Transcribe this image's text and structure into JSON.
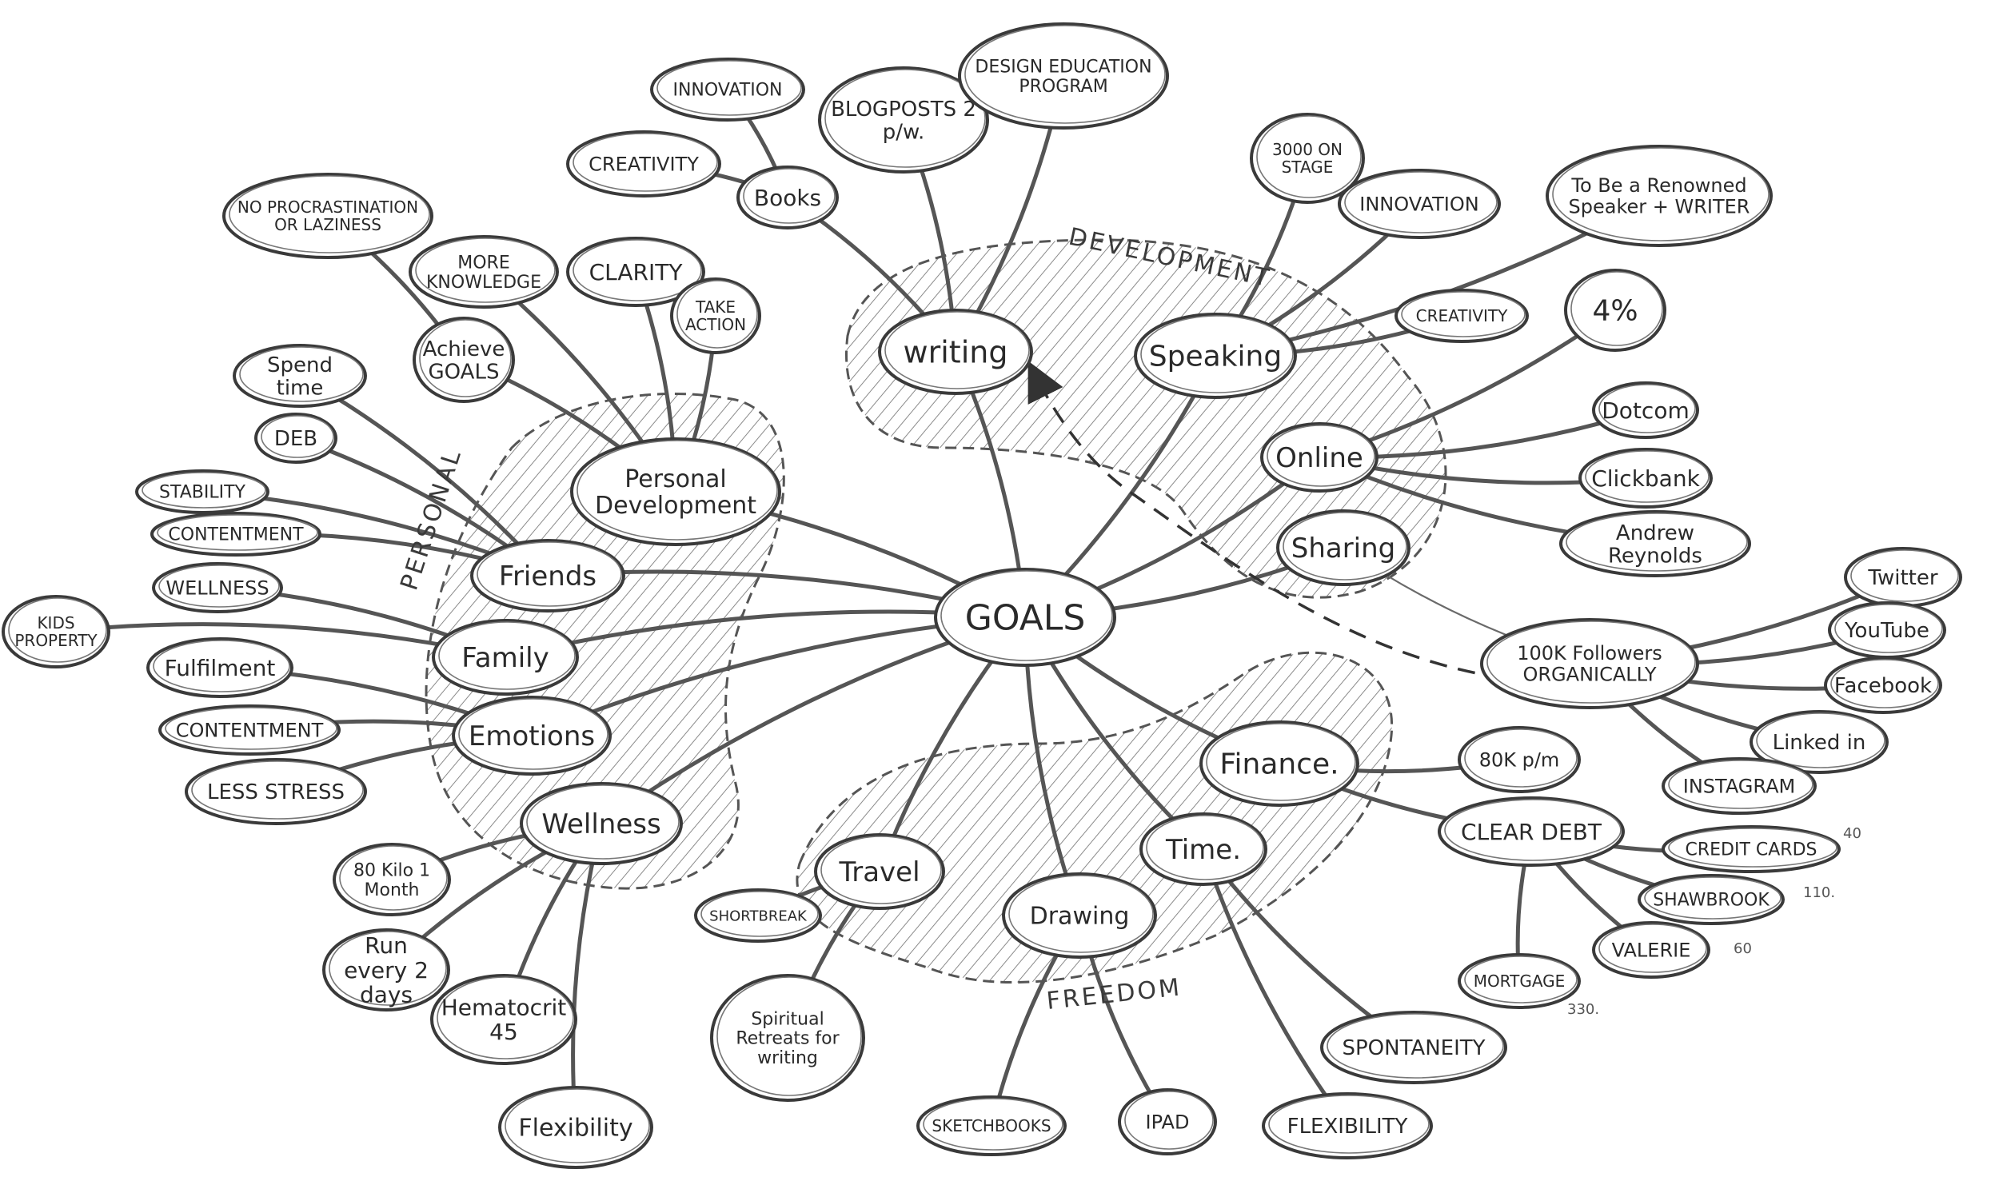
{
  "diagram": {
    "center": "GOALS",
    "zones": [
      {
        "id": "development",
        "label": "DEVELOPMENT"
      },
      {
        "id": "personal",
        "label": "PERSONAL"
      },
      {
        "id": "freedom",
        "label": "FREEDOM"
      }
    ],
    "nodes": [
      {
        "id": "goals",
        "text": "GOALS"
      },
      {
        "id": "writing",
        "text": "writing"
      },
      {
        "id": "speaking",
        "text": "Speaking"
      },
      {
        "id": "online",
        "text": "Online"
      },
      {
        "id": "sharing",
        "text": "Sharing"
      },
      {
        "id": "finance",
        "text": "Finance."
      },
      {
        "id": "time",
        "text": "Time."
      },
      {
        "id": "drawing",
        "text": "Drawing"
      },
      {
        "id": "travel",
        "text": "Travel"
      },
      {
        "id": "wellness",
        "text": "Wellness"
      },
      {
        "id": "emotions",
        "text": "Emotions"
      },
      {
        "id": "family",
        "text": "Family"
      },
      {
        "id": "friends",
        "text": "Friends"
      },
      {
        "id": "personal-dev",
        "text": "Personal Development"
      },
      {
        "id": "achieve-goals",
        "text": "Achieve GOALS"
      },
      {
        "id": "no-procrastination",
        "text": "NO PROCRASTINATION OR LAZINESS"
      },
      {
        "id": "more-knowledge",
        "text": "MORE KNOWLEDGE"
      },
      {
        "id": "clarity",
        "text": "CLARITY"
      },
      {
        "id": "take-action",
        "text": "TAKE ACTION"
      },
      {
        "id": "spend-time",
        "text": "Spend time"
      },
      {
        "id": "deb",
        "text": "DEB"
      },
      {
        "id": "stability",
        "text": "STABILITY"
      },
      {
        "id": "contentment-1",
        "text": "CONTENTMENT"
      },
      {
        "id": "wellness-small",
        "text": "WELLNESS"
      },
      {
        "id": "kids-property",
        "text": "KIDS PROPERTY"
      },
      {
        "id": "fulfilment",
        "text": "Fulfilment"
      },
      {
        "id": "contentment-2",
        "text": "CONTENTMENT"
      },
      {
        "id": "less-stress",
        "text": "LESS STRESS"
      },
      {
        "id": "80-kilo",
        "text": "80 Kilo 1 Month"
      },
      {
        "id": "run-every",
        "text": "Run every 2 days"
      },
      {
        "id": "hematocrit",
        "text": "Hematocrit 45"
      },
      {
        "id": "flexibility-1",
        "text": "Flexibility"
      },
      {
        "id": "creativity-1",
        "text": "CREATIVITY"
      },
      {
        "id": "innovation-1",
        "text": "INNOVATION"
      },
      {
        "id": "books",
        "text": "Books"
      },
      {
        "id": "blogposts",
        "text": "BLOGPOSTS 2 p/w."
      },
      {
        "id": "design-edu",
        "text": "DESIGN EDUCATION PROGRAM"
      },
      {
        "id": "3000-on-stage",
        "text": "3000 ON STAGE"
      },
      {
        "id": "innovation-2",
        "text": "INNOVATION"
      },
      {
        "id": "renowned",
        "text": "To Be a Renowned Speaker + WRITER"
      },
      {
        "id": "creativity-2",
        "text": "CREATIVITY"
      },
      {
        "id": "four-percent",
        "text": "4%"
      },
      {
        "id": "dotcom",
        "text": "Dotcom"
      },
      {
        "id": "clickbank",
        "text": "Clickbank"
      },
      {
        "id": "andrew-reynolds",
        "text": "Andrew Reynolds"
      },
      {
        "id": "100k-followers",
        "text": "100K Followers ORGANICALLY"
      },
      {
        "id": "twitter",
        "text": "Twitter"
      },
      {
        "id": "youtube",
        "text": "YouTube"
      },
      {
        "id": "facebook",
        "text": "Facebook"
      },
      {
        "id": "linkedin",
        "text": "Linked in"
      },
      {
        "id": "instagram",
        "text": "INSTAGRAM"
      },
      {
        "id": "80k-pm",
        "text": "80K p/m"
      },
      {
        "id": "clear-debt",
        "text": "CLEAR DEBT"
      },
      {
        "id": "credit-cards",
        "text": "CREDIT CARDS"
      },
      {
        "id": "shawbrook",
        "text": "SHAWBROOK"
      },
      {
        "id": "valerie",
        "text": "VALERIE"
      },
      {
        "id": "mortgage",
        "text": "MORTGAGE"
      },
      {
        "id": "spontaneity",
        "text": "SPONTANEITY"
      },
      {
        "id": "flexibility-2",
        "text": "FLEXIBILITY"
      },
      {
        "id": "ipad",
        "text": "IPAD"
      },
      {
        "id": "sketchbooks",
        "text": "SKETCHBOOKS"
      },
      {
        "id": "spiritual-retreats",
        "text": "Spiritual Retreats for writing"
      },
      {
        "id": "shortbreak",
        "text": "SHORTBREAK"
      }
    ],
    "notes": [
      {
        "id": "note-40",
        "text": "40"
      },
      {
        "id": "note-110",
        "text": "110."
      },
      {
        "id": "note-60",
        "text": "60"
      },
      {
        "id": "note-330",
        "text": "330."
      }
    ]
  }
}
